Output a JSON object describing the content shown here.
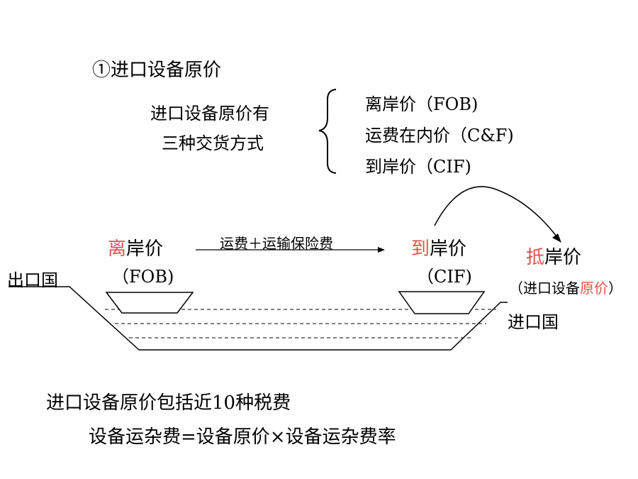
{
  "section_title": "①进口设备原价",
  "intro": {
    "line1": "进口设备原价有",
    "line2": "三种交货方式"
  },
  "methods": [
    "离岸价（FOB)",
    "运费在内价（C&F)",
    "到岸价（CIF)"
  ],
  "export_country": "出口国",
  "import_country": "进口国",
  "fob": {
    "red_char": "离",
    "rest": "岸价",
    "code": "（FOB)"
  },
  "freight_label": "运费＋运输保险费",
  "cif": {
    "red_char": "到",
    "rest": "岸价",
    "code": "（CIF)"
  },
  "landed": {
    "red_char": "抵",
    "rest": "岸价",
    "note_open": "（",
    "note_black": "进口设备",
    "note_red": "原价",
    "note_close": "）"
  },
  "bottom": {
    "line1": "进口设备原价包括近10种税费",
    "line2": "设备运杂费=设备原价×设备运杂费率"
  },
  "colors": {
    "accent_red": "#e0524b",
    "line": "#000000"
  }
}
